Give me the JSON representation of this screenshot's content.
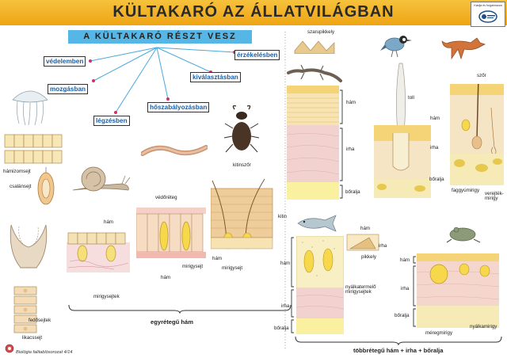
{
  "title": "KÜLTAKARÓ AZ ÁLLATVILÁGBAN",
  "subtitle": "A KÜLTAKARÓ RÉSZT VESZ",
  "roles": [
    "védelemben",
    "mozgásban",
    "légzésben",
    "hőszabályozásban",
    "kiválasztásban",
    "érzékelésben"
  ],
  "logo_text": "Kiadja és forgalmazza",
  "footer": "Biológia falitablósorozat 4/14",
  "labels": {
    "hamizomsejt": "hámizomsejt",
    "csalansejt": "csalánsejt",
    "fedosejtek": "fedősejtek",
    "likacssejt": "likacssejt",
    "ham": "hám",
    "mirigysejtek": "mirigysejtek",
    "vedoreteg": "védőréteg",
    "mirigysejt": "mirigysejt",
    "kitinszor": "kitinszőr",
    "kitin": "kitin",
    "egyretegu": "egyrétegű hám",
    "szarupikkely": "szarupikkely",
    "irha": "irha",
    "boralja": "bőralja",
    "pikkely": "pikkely",
    "nyalkatermelo": "nyálkatermelő\nmirigysejtek",
    "toll": "toll",
    "szor": "szőr",
    "faggyumirigy": "faggyúmirigy",
    "verejtekmirigy": "verejték-\nmirigy",
    "meregmirigy": "méregmirigy",
    "nyalkamirigy": "nyálkamirigy",
    "tobbretegu": "többrétegű hám + irha + bőralja"
  }
}
